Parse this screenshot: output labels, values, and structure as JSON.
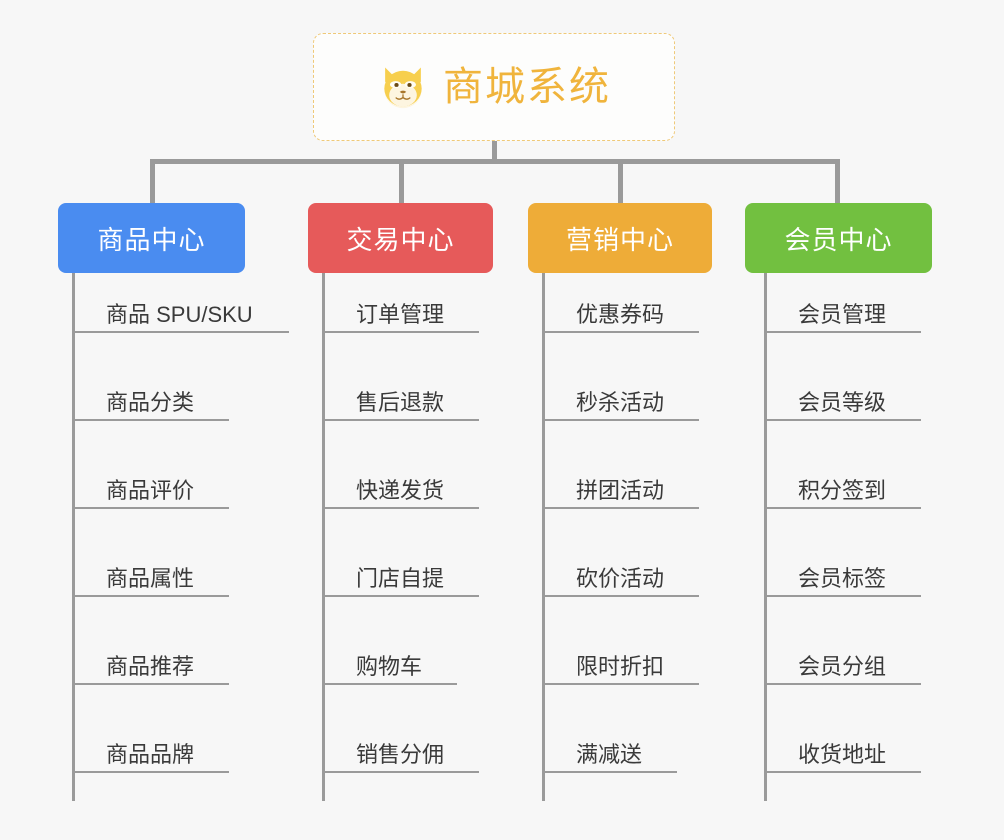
{
  "root": {
    "title": "商城系统",
    "icon": "dog-face-icon",
    "icon_color": "#f7cf4e",
    "text_color": "#f0b43c",
    "border_color": "#efc978"
  },
  "connector_color": "#9a9a9a",
  "branches": [
    {
      "id": "product-center",
      "label": "商品中心",
      "color": "#4a8cf0",
      "items": [
        "商品 SPU/SKU",
        "商品分类",
        "商品评价",
        "商品属性",
        "商品推荐",
        "商品品牌"
      ]
    },
    {
      "id": "trade-center",
      "label": "交易中心",
      "color": "#e65a5a",
      "items": [
        "订单管理",
        "售后退款",
        "快递发货",
        "门店自提",
        "购物车",
        "销售分佣"
      ]
    },
    {
      "id": "marketing-center",
      "label": "营销中心",
      "color": "#eeac38",
      "items": [
        "优惠券码",
        "秒杀活动",
        "拼团活动",
        "砍价活动",
        "限时折扣",
        "满减送"
      ]
    },
    {
      "id": "member-center",
      "label": "会员中心",
      "color": "#72c040",
      "items": [
        "会员管理",
        "会员等级",
        "积分签到",
        "会员标签",
        "会员分组",
        "收货地址"
      ]
    }
  ]
}
